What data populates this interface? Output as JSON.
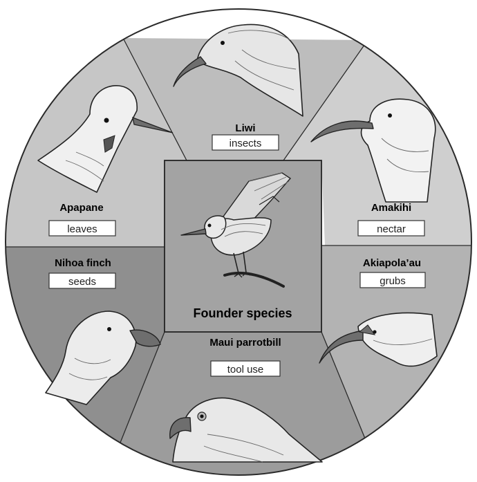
{
  "colors": {
    "sector_liwi": "#bdbdbd",
    "sector_amakihi": "#cfcfcf",
    "sector_akiapolaau": "#b3b3b3",
    "sector_parrotbill": "#9c9c9c",
    "sector_nihoa": "#8f8f8f",
    "sector_apapane": "#c6c6c6",
    "center_panel": "#a3a3a3",
    "outline": "#222222"
  },
  "center": {
    "title": "Founder species"
  },
  "species": [
    {
      "id": "liwi",
      "name": "Liwi",
      "food": "insects",
      "icon": "curved-bill-bird-head-icon"
    },
    {
      "id": "amakihi",
      "name": "Amakihi",
      "food": "nectar",
      "icon": "curved-bill-bird-head-icon"
    },
    {
      "id": "akiapolaau",
      "name": "Akiapola’au",
      "food": "grubs",
      "icon": "curved-bill-bird-head-icon"
    },
    {
      "id": "parrotbill",
      "name": "Maui parrotbill",
      "food": "tool use",
      "icon": "hooked-bill-bird-head-icon"
    },
    {
      "id": "nihoa",
      "name": "Nihoa finch",
      "food": "seeds",
      "icon": "thick-bill-bird-head-icon"
    },
    {
      "id": "apapane",
      "name": "Apapane",
      "food": "leaves",
      "icon": "thin-bill-bird-head-icon"
    }
  ]
}
